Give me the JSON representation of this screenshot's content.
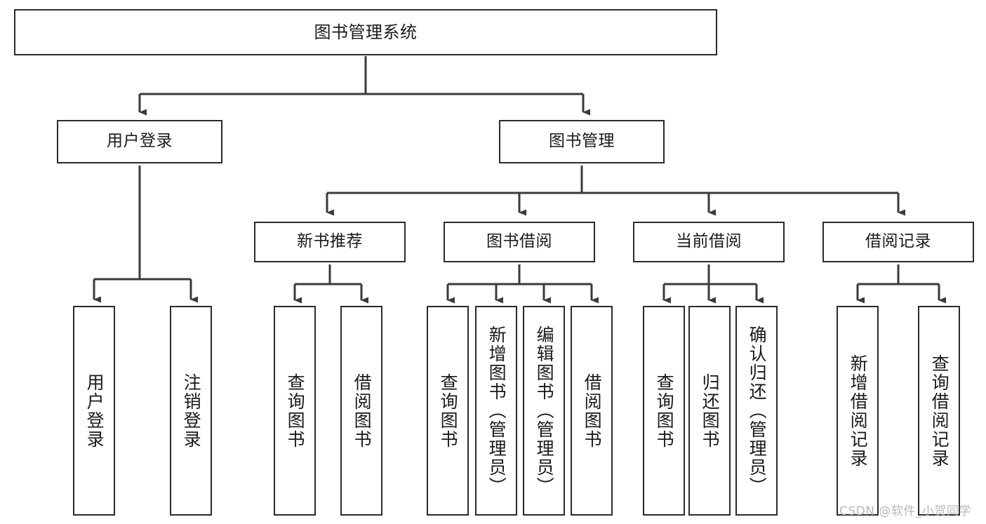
{
  "diagram": {
    "title": "图书管理系统",
    "type": "hierarchy-tree",
    "colors": {
      "box_border": "#2b2b2b",
      "box_fill": "#ffffff",
      "edge": "#3a3a3a",
      "text": "#1a1a1a",
      "watermark": "#b9b9b9"
    },
    "nodes": {
      "root": {
        "label": "图书管理系统"
      },
      "level2": [
        {
          "label": "用户登录"
        },
        {
          "label": "图书管理"
        }
      ],
      "level3": [
        {
          "label": "新书推荐"
        },
        {
          "label": "图书借阅"
        },
        {
          "label": "当前借阅"
        },
        {
          "label": "借阅记录"
        }
      ],
      "leaves_user_login": [
        {
          "label": "用户登录"
        },
        {
          "label": "注销登录"
        }
      ],
      "leaves_new_book": [
        {
          "label": "查询图书"
        },
        {
          "label": "借阅图书"
        }
      ],
      "leaves_book_borrow": [
        {
          "label": "查询图书"
        },
        {
          "label": "新增图书（管理员）"
        },
        {
          "label": "编辑图书（管理员）"
        },
        {
          "label": "借阅图书"
        }
      ],
      "leaves_current_borrow": [
        {
          "label": "查询图书"
        },
        {
          "label": "归还图书"
        },
        {
          "label": "确认归还（管理员）"
        }
      ],
      "leaves_borrow_record": [
        {
          "label": "新增借阅记录"
        },
        {
          "label": "查询借阅记录"
        }
      ]
    },
    "watermark": "CSDN @软件_小贺同学"
  }
}
